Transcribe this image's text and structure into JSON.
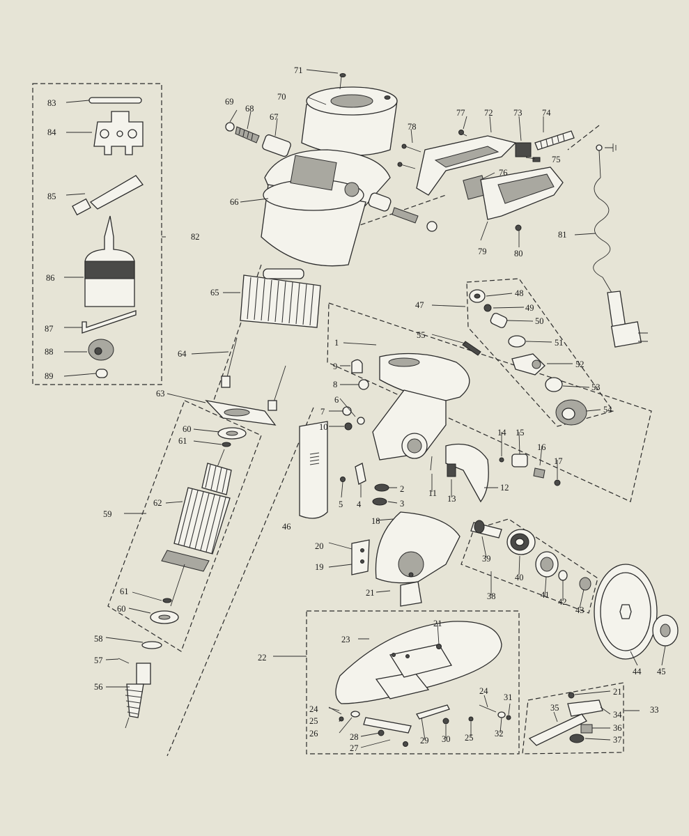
{
  "callouts": [
    {
      "id": "1",
      "label": "1"
    },
    {
      "id": "2",
      "label": "2"
    },
    {
      "id": "3",
      "label": "3"
    },
    {
      "id": "4",
      "label": "4"
    },
    {
      "id": "5",
      "label": "5"
    },
    {
      "id": "6",
      "label": "6"
    },
    {
      "id": "7",
      "label": "7"
    },
    {
      "id": "8",
      "label": "8"
    },
    {
      "id": "9",
      "label": "9"
    },
    {
      "id": "10",
      "label": "10"
    },
    {
      "id": "11",
      "label": "11"
    },
    {
      "id": "12",
      "label": "12"
    },
    {
      "id": "13",
      "label": "13"
    },
    {
      "id": "14",
      "label": "14"
    },
    {
      "id": "15",
      "label": "15"
    },
    {
      "id": "16",
      "label": "16"
    },
    {
      "id": "17",
      "label": "17"
    },
    {
      "id": "18",
      "label": "18"
    },
    {
      "id": "19",
      "label": "19"
    },
    {
      "id": "20",
      "label": "20"
    },
    {
      "id": "21",
      "label": "21"
    },
    {
      "id": "22",
      "label": "22"
    },
    {
      "id": "23",
      "label": "23"
    },
    {
      "id": "24",
      "label": "24"
    },
    {
      "id": "25",
      "label": "25"
    },
    {
      "id": "26",
      "label": "26"
    },
    {
      "id": "27",
      "label": "27"
    },
    {
      "id": "28",
      "label": "28"
    },
    {
      "id": "29",
      "label": "29"
    },
    {
      "id": "30",
      "label": "30"
    },
    {
      "id": "31",
      "label": "31"
    },
    {
      "id": "32",
      "label": "32"
    },
    {
      "id": "33",
      "label": "33"
    },
    {
      "id": "34",
      "label": "34"
    },
    {
      "id": "35",
      "label": "35"
    },
    {
      "id": "36",
      "label": "36"
    },
    {
      "id": "37",
      "label": "37"
    },
    {
      "id": "38",
      "label": "38"
    },
    {
      "id": "39",
      "label": "39"
    },
    {
      "id": "40",
      "label": "40"
    },
    {
      "id": "41",
      "label": "41"
    },
    {
      "id": "42",
      "label": "42"
    },
    {
      "id": "43",
      "label": "43"
    },
    {
      "id": "44",
      "label": "44"
    },
    {
      "id": "45",
      "label": "45"
    },
    {
      "id": "46",
      "label": "46"
    },
    {
      "id": "47",
      "label": "47"
    },
    {
      "id": "48",
      "label": "48"
    },
    {
      "id": "49",
      "label": "49"
    },
    {
      "id": "50",
      "label": "50"
    },
    {
      "id": "51",
      "label": "51"
    },
    {
      "id": "52",
      "label": "52"
    },
    {
      "id": "53",
      "label": "53"
    },
    {
      "id": "54",
      "label": "54"
    },
    {
      "id": "55",
      "label": "55"
    },
    {
      "id": "56",
      "label": "56"
    },
    {
      "id": "57",
      "label": "57"
    },
    {
      "id": "58",
      "label": "58"
    },
    {
      "id": "59",
      "label": "59"
    },
    {
      "id": "60",
      "label": "60"
    },
    {
      "id": "61",
      "label": "61"
    },
    {
      "id": "62",
      "label": "62"
    },
    {
      "id": "63",
      "label": "63"
    },
    {
      "id": "64",
      "label": "64"
    },
    {
      "id": "65",
      "label": "65"
    },
    {
      "id": "66",
      "label": "66"
    },
    {
      "id": "67",
      "label": "67"
    },
    {
      "id": "68",
      "label": "68"
    },
    {
      "id": "69",
      "label": "69"
    },
    {
      "id": "70",
      "label": "70"
    },
    {
      "id": "71",
      "label": "71"
    },
    {
      "id": "72",
      "label": "72"
    },
    {
      "id": "73",
      "label": "73"
    },
    {
      "id": "74",
      "label": "74"
    },
    {
      "id": "75",
      "label": "75"
    },
    {
      "id": "76",
      "label": "76"
    },
    {
      "id": "77",
      "label": "77"
    },
    {
      "id": "78",
      "label": "78"
    },
    {
      "id": "79",
      "label": "79"
    },
    {
      "id": "80",
      "label": "80"
    },
    {
      "id": "81",
      "label": "81"
    },
    {
      "id": "82",
      "label": "82"
    },
    {
      "id": "83",
      "label": "83"
    },
    {
      "id": "84",
      "label": "84"
    },
    {
      "id": "85",
      "label": "85"
    },
    {
      "id": "86",
      "label": "86"
    },
    {
      "id": "87",
      "label": "87"
    },
    {
      "id": "88",
      "label": "88"
    },
    {
      "id": "89",
      "label": "89"
    }
  ],
  "colors": {
    "paper": "#e6e4d6",
    "ink": "#2a2a2a",
    "part_fill": "#f4f3ec"
  }
}
